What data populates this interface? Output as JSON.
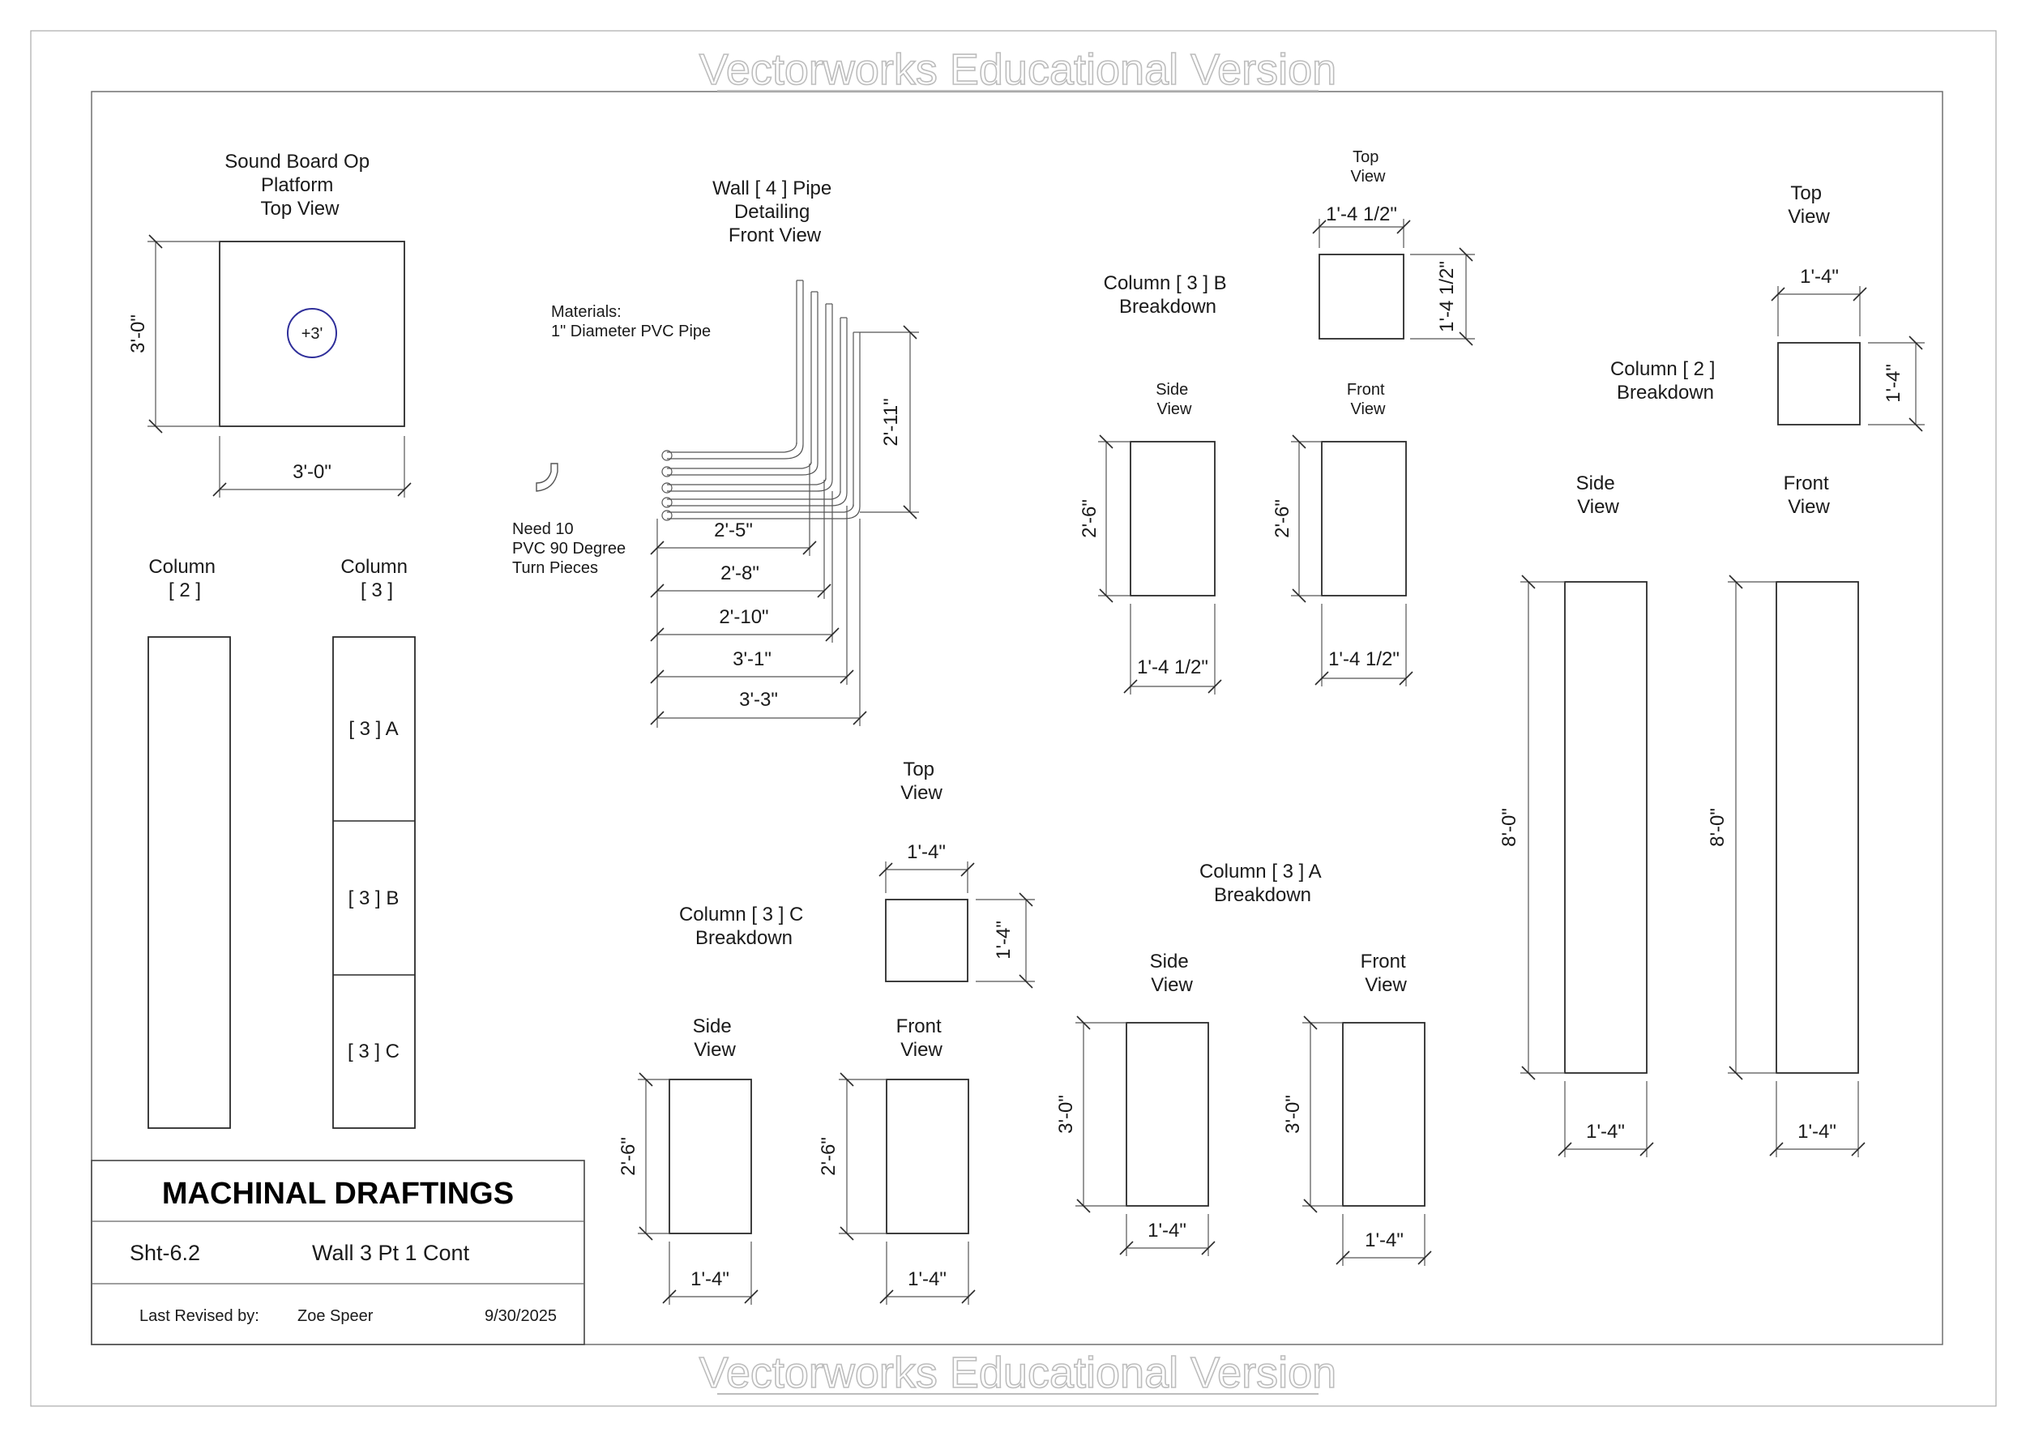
{
  "watermark": "Vectorworks Educational Version",
  "title_block": {
    "company": "MACHINAL DRAFTINGS",
    "sheet": "Sht-6.2",
    "sheet_title": "Wall 3 Pt 1 Cont",
    "revised_label": "Last Revised by:",
    "revised_by": "Zoe Speer",
    "date": "9/30/2025"
  },
  "sound_board": {
    "title": [
      "Sound Board Op",
      "Platform",
      "Top View"
    ],
    "marker": "+3'",
    "dim_side": "3'-0\"",
    "dim_bottom": "3'-0\""
  },
  "columns": {
    "col2_label": [
      "Column",
      "[ 2 ]"
    ],
    "col3_label": [
      "Column",
      "[ 3 ]"
    ],
    "sections": [
      "[ 3 ] A",
      "[ 3 ] B",
      "[ 3 ] C"
    ]
  },
  "pipe": {
    "title": [
      "Wall [ 4 ] Pipe",
      "Detailing",
      "Front View"
    ],
    "materials": [
      "Materials:",
      "1\" Diameter PVC Pipe"
    ],
    "note": [
      "Need 10",
      "PVC 90 Degree",
      "Turn Pieces"
    ],
    "height_dim": "2'-11\"",
    "length_dims": [
      "2'-5\"",
      "2'-8\"",
      "2'-10\"",
      "3'-1\"",
      "3'-3\""
    ]
  },
  "col3b": {
    "title": [
      "Column [ 3 ] B",
      "Breakdown"
    ],
    "top_label": [
      "Top",
      "View"
    ],
    "side_label": [
      "Side",
      "View"
    ],
    "front_label": [
      "Front",
      "View"
    ],
    "top_w": "1'-4 1/2\"",
    "top_h": "1'-4 1/2\"",
    "side_h": "2'-6\"",
    "front_h": "2'-6\"",
    "side_w": "1'-4 1/2\"",
    "front_w": "1'-4 1/2\""
  },
  "col2": {
    "title": [
      "Column [ 2 ]",
      "Breakdown"
    ],
    "top_label": [
      "Top",
      "View"
    ],
    "side_label": [
      "Side",
      "View"
    ],
    "front_label": [
      "Front",
      "View"
    ],
    "top_w": "1'-4\"",
    "top_h": "1'-4\"",
    "side_h": "8'-0\"",
    "front_h": "8'-0\"",
    "side_w": "1'-4\"",
    "front_w": "1'-4\""
  },
  "col3c": {
    "title": [
      "Column [ 3 ] C",
      "Breakdown"
    ],
    "top_label": [
      "Top",
      "View"
    ],
    "side_label": [
      "Side",
      "View"
    ],
    "front_label": [
      "Front",
      "View"
    ],
    "top_w": "1'-4\"",
    "top_h": "1'-4\"",
    "side_h": "2'-6\"",
    "front_h": "2'-6\"",
    "side_w": "1'-4\"",
    "front_w": "1'-4\""
  },
  "col3a": {
    "title": [
      "Column [ 3 ] A",
      "Breakdown"
    ],
    "side_label": [
      "Side",
      "View"
    ],
    "front_label": [
      "Front",
      "View"
    ],
    "side_h": "3'-0\"",
    "front_h": "3'-0\"",
    "side_w": "1'-4\"",
    "front_w": "1'-4\""
  }
}
